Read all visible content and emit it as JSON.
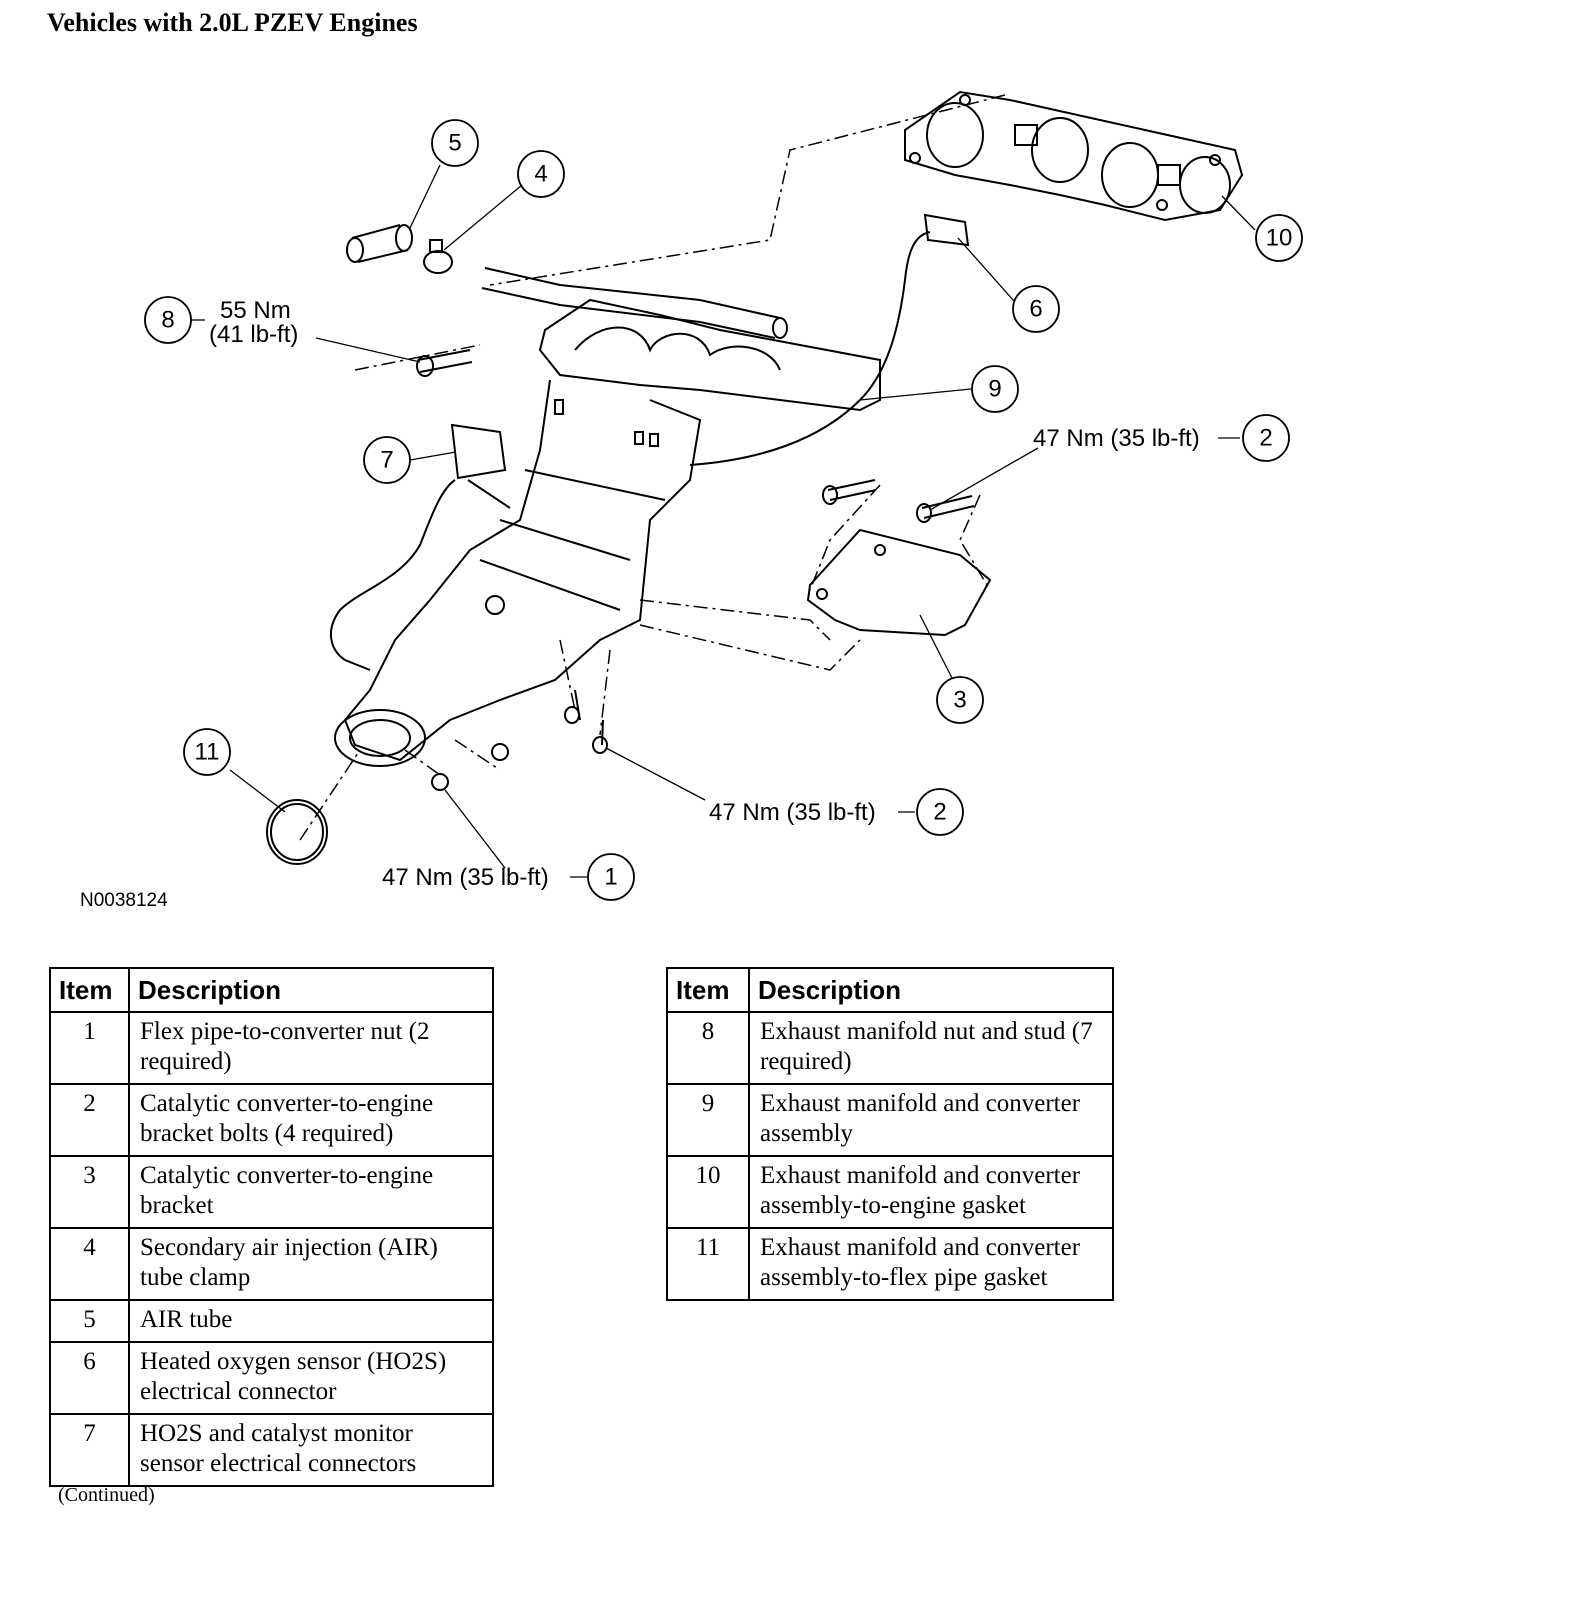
{
  "page": {
    "title": "Vehicles with 2.0L PZEV Engines",
    "figure_id": "N0038124",
    "continued": "(Continued)"
  },
  "diagram": {
    "callouts": [
      {
        "num": "1",
        "torque": "47 Nm (35 lb-ft)"
      },
      {
        "num": "2",
        "torque": "47 Nm (35 lb-ft)"
      },
      {
        "num": "2",
        "torque": "47 Nm (35 lb-ft)"
      },
      {
        "num": "3",
        "torque": ""
      },
      {
        "num": "4",
        "torque": ""
      },
      {
        "num": "5",
        "torque": ""
      },
      {
        "num": "6",
        "torque": ""
      },
      {
        "num": "7",
        "torque": ""
      },
      {
        "num": "8",
        "torque_line1": "55 Nm",
        "torque_line2": "(41 lb-ft)"
      },
      {
        "num": "9",
        "torque": ""
      },
      {
        "num": "10",
        "torque": ""
      },
      {
        "num": "11",
        "torque": ""
      }
    ]
  },
  "legend": {
    "headers": {
      "item": "Item",
      "description": "Description"
    },
    "left": [
      {
        "item": "1",
        "description": "Flex pipe-to-converter nut (2 required)"
      },
      {
        "item": "2",
        "description": "Catalytic converter-to-engine bracket bolts (4 required)"
      },
      {
        "item": "3",
        "description": "Catalytic converter-to-engine bracket"
      },
      {
        "item": "4",
        "description": "Secondary air injection (AIR) tube clamp"
      },
      {
        "item": "5",
        "description": "AIR tube"
      },
      {
        "item": "6",
        "description": "Heated oxygen sensor (HO2S) electrical connector"
      },
      {
        "item": "7",
        "description": "HO2S and catalyst monitor sensor electrical connectors"
      }
    ],
    "right": [
      {
        "item": "8",
        "description": "Exhaust manifold nut and stud (7 required)"
      },
      {
        "item": "9",
        "description": "Exhaust manifold and converter assembly"
      },
      {
        "item": "10",
        "description": "Exhaust manifold and converter assembly-to-engine gasket"
      },
      {
        "item": "11",
        "description": "Exhaust manifold and converter assembly-to-flex pipe gasket"
      }
    ]
  }
}
